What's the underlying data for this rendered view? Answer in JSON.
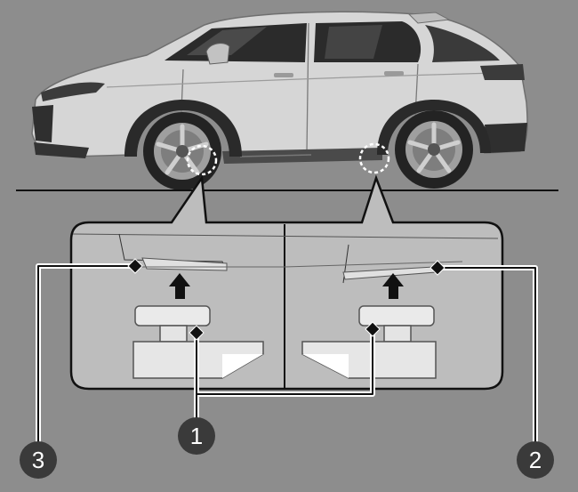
{
  "colors": {
    "background": "#8d8d8d",
    "car_body": "#d4d4d4",
    "car_shadow": "#a9a9a9",
    "dark": "#1a1a1a",
    "tire": "#262626",
    "callout_fill": "#3a3a3a",
    "inset_fill": "#bcbcbc"
  },
  "callouts": [
    {
      "id": "1",
      "label": "1",
      "meaning": "jack-head"
    },
    {
      "id": "2",
      "label": "2",
      "meaning": "rear-jack-point"
    },
    {
      "id": "3",
      "label": "3",
      "meaning": "front-jack-point"
    }
  ]
}
